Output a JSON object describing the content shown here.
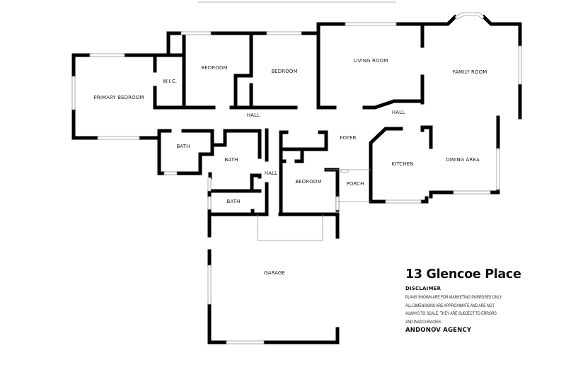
{
  "property": {
    "address": "13 Glencoe Place",
    "disclaimer_heading": "DISCLAIMER",
    "disclaimer_lines": [
      "PLANS SHOWN ARE FOR MARKETING PURPOSES ONLY.",
      "ALL DIMENSIONS ARE APPROXIMATE AND ARE NOT",
      "ALWAYS TO SCALE. THEY ARE SUBJECT TO ERRORS",
      "AND INACCURACIES."
    ],
    "agency": "ANDONOV AGENCY"
  },
  "rooms": {
    "primary_bedroom": "PRIMARY BEDROOM",
    "wic": "W.I.C.",
    "bedroom_1": "BEDROOM",
    "bedroom_2": "BEDROOM",
    "living_room": "LIVING ROOM",
    "family_room": "FAMILY ROOM",
    "hall_main": "HALL",
    "hall_east": "HALL",
    "hall_south": "HALL",
    "bath_1": "BATH",
    "bath_2": "BATH",
    "bath_3": "BATH",
    "foyer": "FOYER",
    "bedroom_3": "BEDROOM",
    "porch": "PORCH",
    "kitchen": "KITCHEN",
    "dining_area": "DINING AREA",
    "garage": "GARAGE"
  },
  "colors": {
    "wall": "#000000",
    "window": "#9a9a9a",
    "background": "#ffffff"
  }
}
